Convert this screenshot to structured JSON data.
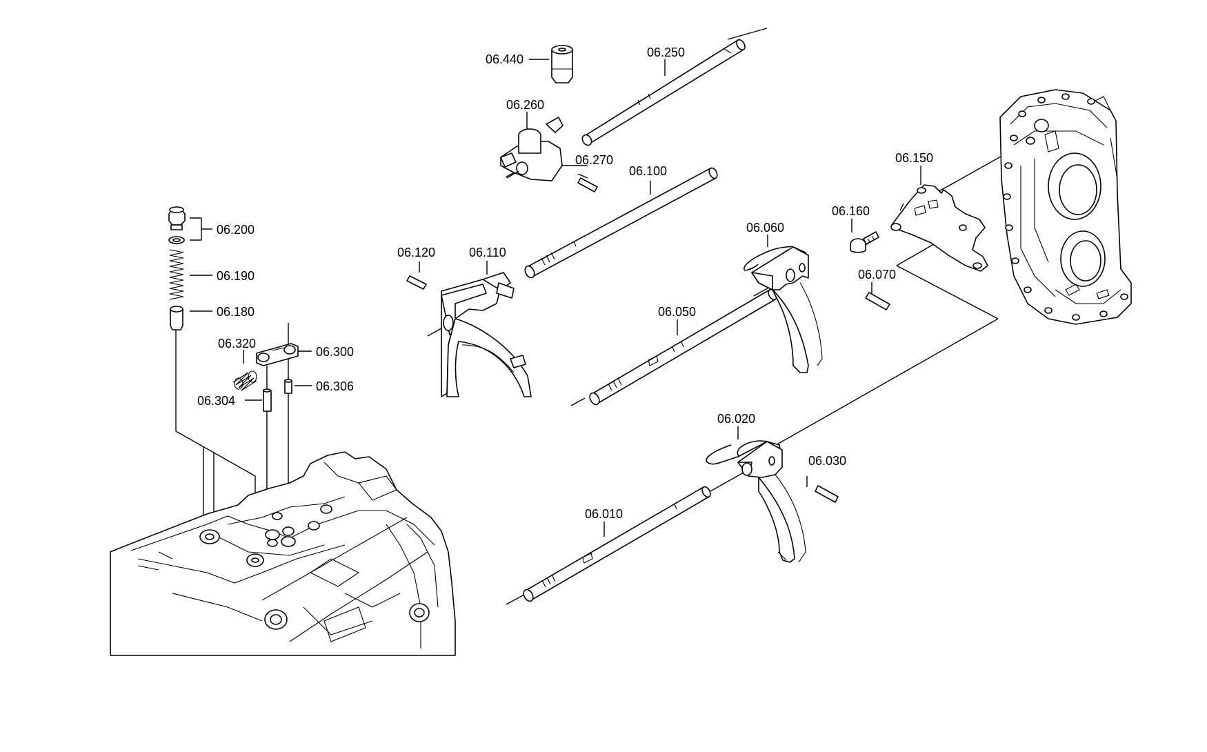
{
  "diagram": {
    "labels": {
      "p06_440": "06.440",
      "p06_250": "06.250",
      "p06_260": "06.260",
      "p06_270": "06.270",
      "p06_100": "06.100",
      "p06_120": "06.120",
      "p06_110": "06.110",
      "p06_200": "06.200",
      "p06_190": "06.190",
      "p06_180": "06.180",
      "p06_320": "06.320",
      "p06_300": "06.300",
      "p06_306": "06.306",
      "p06_304": "06.304",
      "p06_150": "06.150",
      "p06_160": "06.160",
      "p06_060": "06.060",
      "p06_070": "06.070",
      "p06_050": "06.050",
      "p06_020": "06.020",
      "p06_030": "06.030",
      "p06_010": "06.010"
    }
  }
}
